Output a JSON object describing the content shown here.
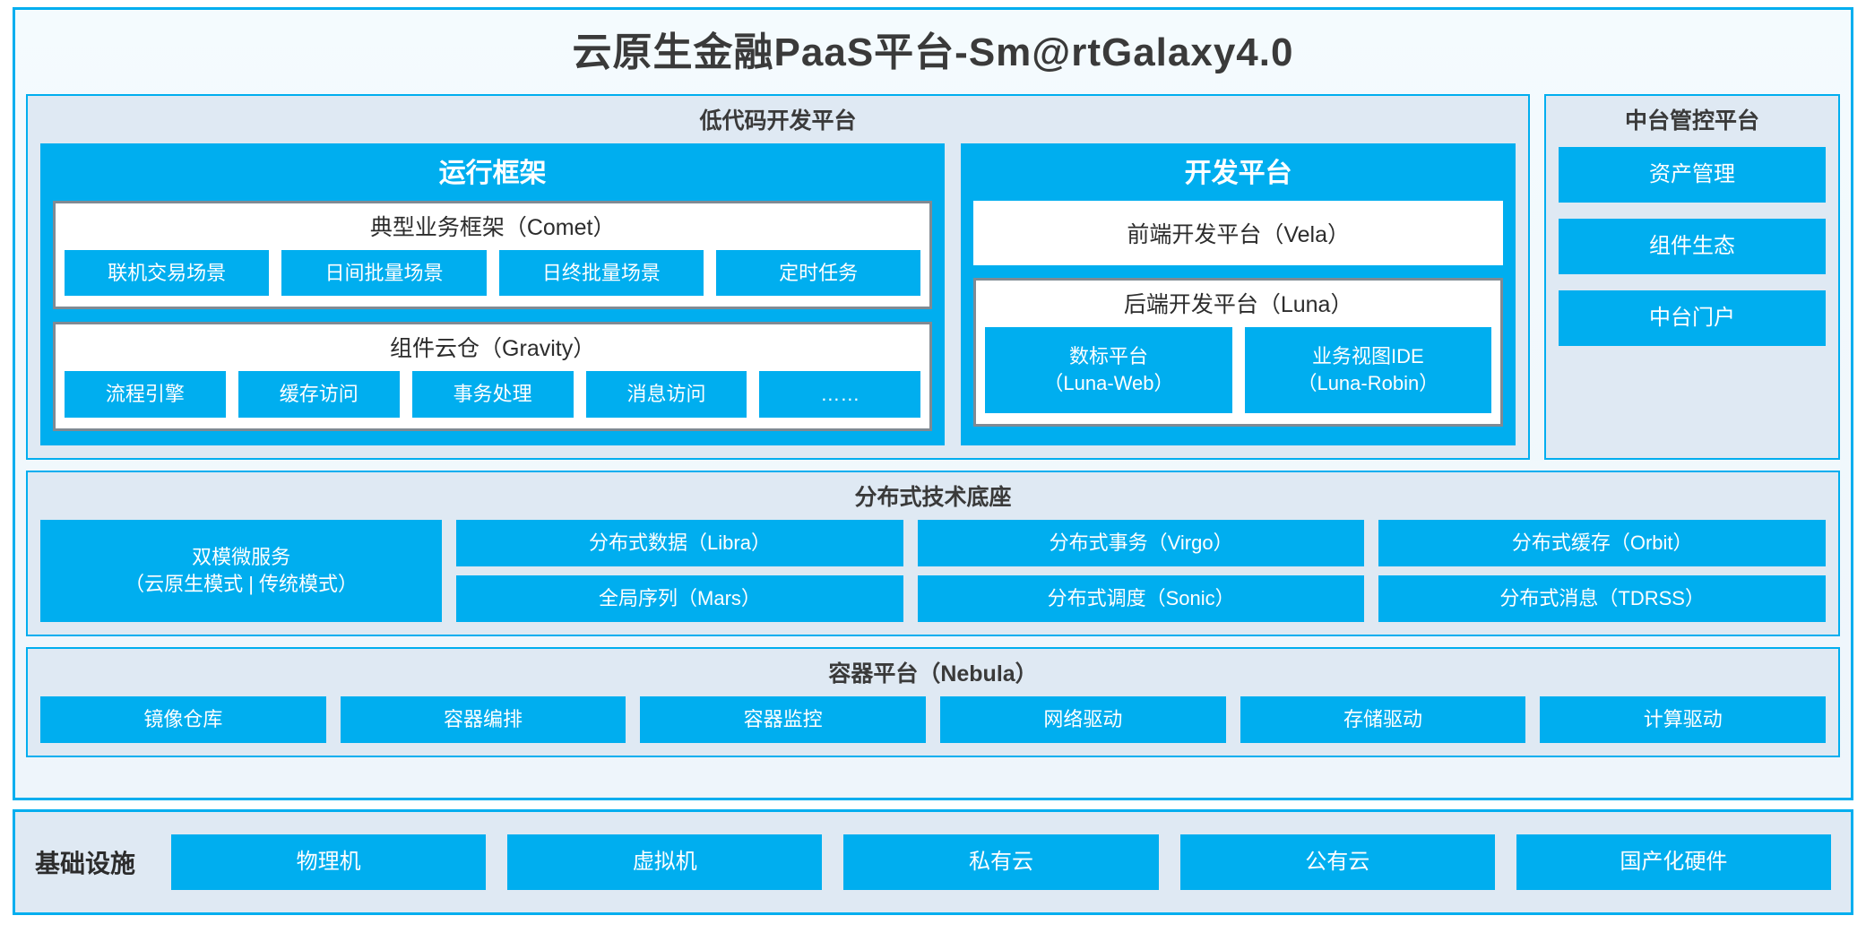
{
  "title": "云原生金融PaaS平台-Sm@rtGalaxy4.0",
  "colors": {
    "accent": "#00AEEF",
    "panel_bg": "#DFE9F3",
    "group_border": "#808A93",
    "text": "#2C2C2C"
  },
  "lowcode": {
    "title": "低代码开发平台",
    "runtime": {
      "title": "运行框架",
      "comet": {
        "title": "典型业务框架（Comet）",
        "items": [
          "联机交易场景",
          "日间批量场景",
          "日终批量场景",
          "定时任务"
        ]
      },
      "gravity": {
        "title": "组件云仓（Gravity）",
        "items": [
          "流程引擎",
          "缓存访问",
          "事务处理",
          "消息访问",
          "……"
        ]
      }
    },
    "devplatform": {
      "title": "开发平台",
      "frontend": "前端开发平台（Vela）",
      "backend": {
        "title": "后端开发平台（Luna）",
        "items": [
          {
            "name": "数标平台",
            "code": "（Luna-Web）"
          },
          {
            "name": "业务视图IDE",
            "code": "（Luna-Robin）"
          }
        ]
      }
    }
  },
  "control_platform": {
    "title": "中台管控平台",
    "items": [
      "资产管理",
      "组件生态",
      "中台门户"
    ]
  },
  "distributed": {
    "title": "分布式技术底座",
    "microservice": {
      "name": "双模微服务",
      "modes": "（云原生模式 | 传统模式）"
    },
    "columns": [
      {
        "top": "分布式数据（Libra）",
        "bottom": "全局序列（Mars）"
      },
      {
        "top": "分布式事务（Virgo）",
        "bottom": "分布式调度（Sonic）"
      },
      {
        "top": "分布式缓存（Orbit）",
        "bottom": "分布式消息（TDRSS）"
      }
    ]
  },
  "container_platform": {
    "title": "容器平台（Nebula）",
    "items": [
      "镜像仓库",
      "容器编排",
      "容器监控",
      "网络驱动",
      "存储驱动",
      "计算驱动"
    ]
  },
  "infrastructure": {
    "label": "基础设施",
    "items": [
      "物理机",
      "虚拟机",
      "私有云",
      "公有云",
      "国产化硬件"
    ]
  }
}
